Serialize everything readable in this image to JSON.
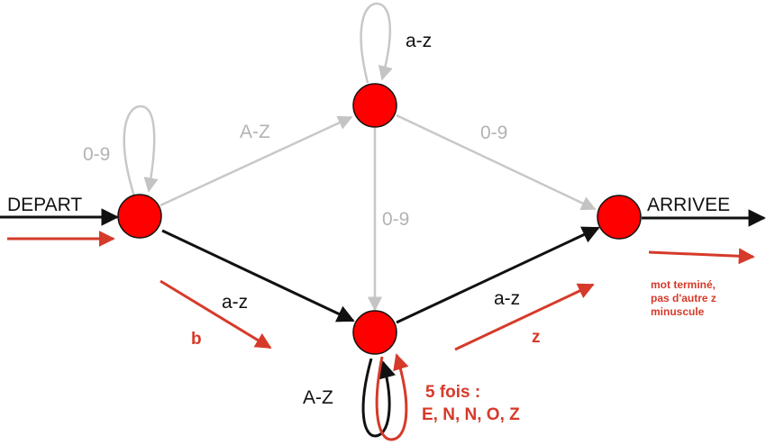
{
  "labels": {
    "start": "DEPART",
    "end": "ARRIVEE",
    "top_loop": "a-z",
    "left_loop": "0-9",
    "edge_left_top": "A-Z",
    "edge_top_right": "0-9",
    "edge_top_bottom": "0-9",
    "edge_left_bottom": "a-z",
    "edge_bottom_right": "a-z",
    "bottom_loop": "A-Z"
  },
  "annotations": {
    "b": "b",
    "z": "z",
    "five_times_line1": "5 fois :",
    "five_times_line2": "E, N, N, O, Z",
    "finished_line1": "mot terminé,",
    "finished_line2": "pas d'autre z",
    "finished_line3": "minuscule"
  },
  "colors": {
    "node": "#ff0000",
    "black_edge": "#111111",
    "grey_edge": "#c8c8c8",
    "red_annotation": "#d63a2a"
  }
}
